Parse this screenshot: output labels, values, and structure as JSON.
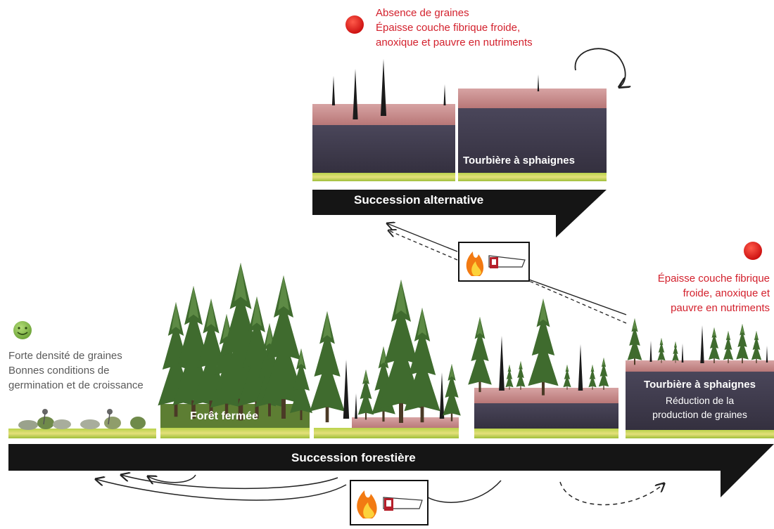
{
  "alternative": {
    "warning_lines": [
      "Absence de graines",
      "Épaisse couche fibrique froide,",
      "anoxique et pauvre en nutriments"
    ],
    "peat_label": "Tourbière à sphaignes",
    "arrow_label": "Succession alternative"
  },
  "forest": {
    "good_lines": [
      "Forte densité de graines",
      "Bonnes conditions de",
      "germination et de croissance"
    ],
    "closed_forest_label": "Forêt fermée",
    "peat_label": "Tourbière à sphaignes",
    "peat_sub_lines": [
      "Réduction de la",
      "production de graines"
    ],
    "warning_lines": [
      "Épaisse couche fibrique",
      "froide, anoxique et",
      "pauvre en nutriments"
    ],
    "arrow_label": "Succession forestière"
  },
  "icons": {
    "bad": "red-circle-icon",
    "good": "smiley-face-icon",
    "disturbance": [
      "fire-icon",
      "saw-icon"
    ]
  },
  "colors": {
    "warning": "#d3212d",
    "good": "#7ab648",
    "arrow": "#151515",
    "peat_dark": "#3e3a4e",
    "moss": "#c98d8d"
  }
}
